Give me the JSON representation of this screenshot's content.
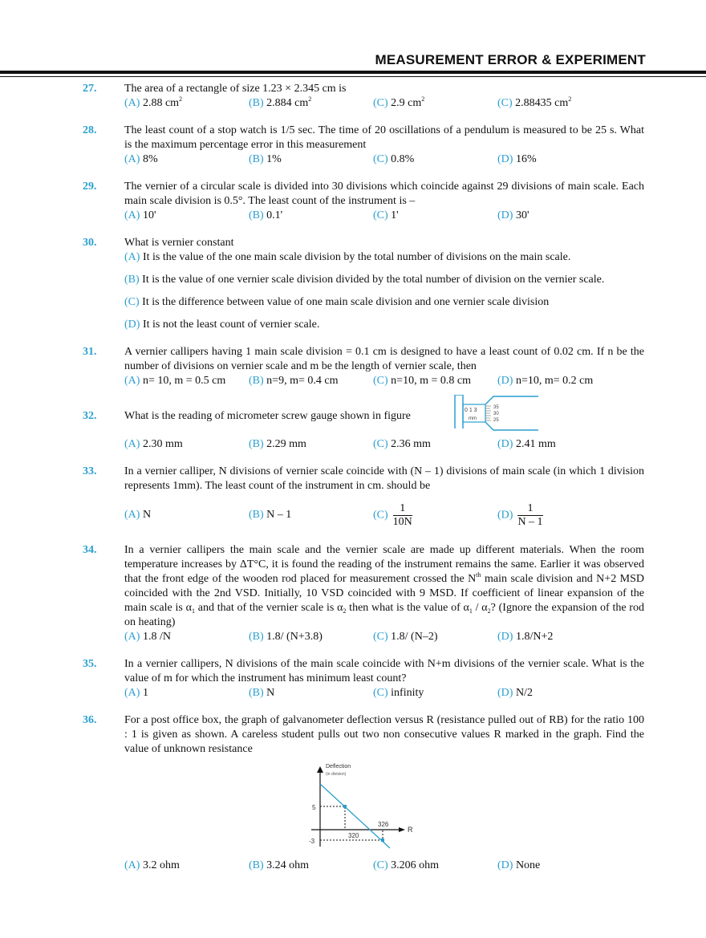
{
  "header": {
    "title": "MEASUREMENT ERROR & EXPERIMENT"
  },
  "q27": {
    "num": "27.",
    "text": "The area of a rectangle of size 1.23 × 2.345 cm is",
    "options": [
      {
        "l": "(A)",
        "t": "2.88 cm",
        "s": "2"
      },
      {
        "l": "(B)",
        "t": "2.884 cm",
        "s": "2"
      },
      {
        "l": "(C)",
        "t": "2.9 cm",
        "s": "2"
      },
      {
        "l": "(C)",
        "t": "2.88435 cm",
        "s": "2"
      }
    ]
  },
  "q28": {
    "num": "28.",
    "text": "The least count of a stop watch is 1/5 sec. The time of 20 oscillations of a pendulum is measured to be 25 s. What is the maximum percentage error in this measurement",
    "options": [
      {
        "l": "(A)",
        "t": "8%"
      },
      {
        "l": "(B)",
        "t": "1%"
      },
      {
        "l": "(C)",
        "t": "0.8%"
      },
      {
        "l": "(D)",
        "t": "16%"
      }
    ]
  },
  "q29": {
    "num": "29.",
    "text": "The vernier of a circular scale is divided into 30 divisions which coincide against 29 divisions of main scale. Each main scale division is 0.5°. The least count of the instrument is –",
    "options": [
      {
        "l": "(A)",
        "t": "10'"
      },
      {
        "l": "(B)",
        "t": "0.1'"
      },
      {
        "l": "(C)",
        "t": "1'"
      },
      {
        "l": "(D)",
        "t": "30'"
      }
    ]
  },
  "q30": {
    "num": "30.",
    "text": "What is vernier constant",
    "options": [
      {
        "l": "(A)",
        "t": "It is the value of the one main scale division by the total number of divisions on the main scale."
      },
      {
        "l": "(B)",
        "t": "It is the value  of one vernier scale division divided by the total number of division on the vernier scale."
      },
      {
        "l": "(C)",
        "t": "It is the difference between value of one main scale division and one vernier scale division"
      },
      {
        "l": "(D)",
        "t": "It is not the least count of vernier scale."
      }
    ]
  },
  "q31": {
    "num": "31.",
    "text": "A vernier callipers having 1 main scale division = 0.1 cm is designed to have a least count of 0.02 cm. If n be the number of divisions on vernier scale and m be the length of vernier scale, then",
    "options": [
      {
        "l": "(A)",
        "t": "n= 10, m = 0.5 cm"
      },
      {
        "l": "(B)",
        "t": "n=9, m= 0.4 cm"
      },
      {
        "l": "(C)",
        "t": "n=10, m = 0.8 cm"
      },
      {
        "l": "(D)",
        "t": "n=10, m= 0.2 cm"
      }
    ]
  },
  "q32": {
    "num": "32.",
    "text": "What is the reading of micrometer screw gauge shown in figure",
    "figure": {
      "main_scale": "0  1  3",
      "unit": "mm",
      "circular": [
        "35",
        "30",
        "25"
      ]
    },
    "options": [
      {
        "l": "(A)",
        "t": "2.30 mm"
      },
      {
        "l": "(B)",
        "t": "2.29 mm"
      },
      {
        "l": "(C)",
        "t": "2.36 mm"
      },
      {
        "l": "(D)",
        "t": "2.41 mm"
      }
    ]
  },
  "q33": {
    "num": "33.",
    "text": "In a vernier calliper, N divisions of vernier scale coincide with (N – 1) divisions of main scale (in which 1 division represents 1mm). The least count of the instrument in cm. should be",
    "options": [
      {
        "l": "(A)",
        "t": "N"
      },
      {
        "l": "(B)",
        "t": "N – 1"
      },
      {
        "l": "(C)",
        "num": "1",
        "den": "10N"
      },
      {
        "l": "(D)",
        "num": "1",
        "den": "N – 1"
      }
    ]
  },
  "q34": {
    "num": "34.",
    "segs": [
      "In a vernier callipers the main scale and the vernier scale are made up different materials. When the room temperature increases by ΔT°C, it is found the reading of the instrument remains the same. Earlier it was observed that the front edge of the wooden rod placed for measurement crossed the N",
      "th",
      " main scale division and N+2 MSD coincided with the 2nd VSD. Initially, 10 VSD coincided with 9 MSD. If coefficient of linear expansion of the main scale is α",
      "1",
      " and that of the vernier scale is α",
      "2",
      " then what is the value of α",
      "1",
      " / α",
      "2",
      "? (Ignore the expansion of the rod on heating)"
    ],
    "options": [
      {
        "l": "(A)",
        "t": "1.8 /N"
      },
      {
        "l": "(B)",
        "t": "1.8/ (N+3.8)"
      },
      {
        "l": "(C)",
        "t": "1.8/ (N–2)"
      },
      {
        "l": "(D)",
        "t": "1.8/N+2"
      }
    ]
  },
  "q35": {
    "num": "35.",
    "text": "In a vernier callipers, N divisions of the main scale coincide with N+m divisions of the vernier scale. What is the value of m for which the instrument has minimum least count?",
    "options": [
      {
        "l": "(A)",
        "t": "1"
      },
      {
        "l": "(B)",
        "t": "N"
      },
      {
        "l": "(C)",
        "t": "infinity"
      },
      {
        "l": "(D)",
        "t": "N/2"
      }
    ]
  },
  "q36": {
    "num": "36.",
    "text": "For a post office box, the graph of galvanometer deflection versus R (resistance    pulled out of RB) for the ratio 100 : 1 is given as shown. A careless student pulls out two non consecutive values R marked in the graph. Find the value of unknown resistance",
    "graph": {
      "ylabel": "Deflection",
      "ysub": "(in division)",
      "xlabel": "R",
      "y5": "5",
      "ym3": "-3",
      "x320": "320",
      "x326": "326"
    },
    "options": [
      {
        "l": "(A)",
        "t": "3.2 ohm"
      },
      {
        "l": "(B)",
        "t": "3.24 ohm"
      },
      {
        "l": "(C)",
        "t": "3.206 ohm"
      },
      {
        "l": "(D)",
        "t": "None"
      }
    ]
  },
  "colors": {
    "accent": "#2a9fd0"
  }
}
